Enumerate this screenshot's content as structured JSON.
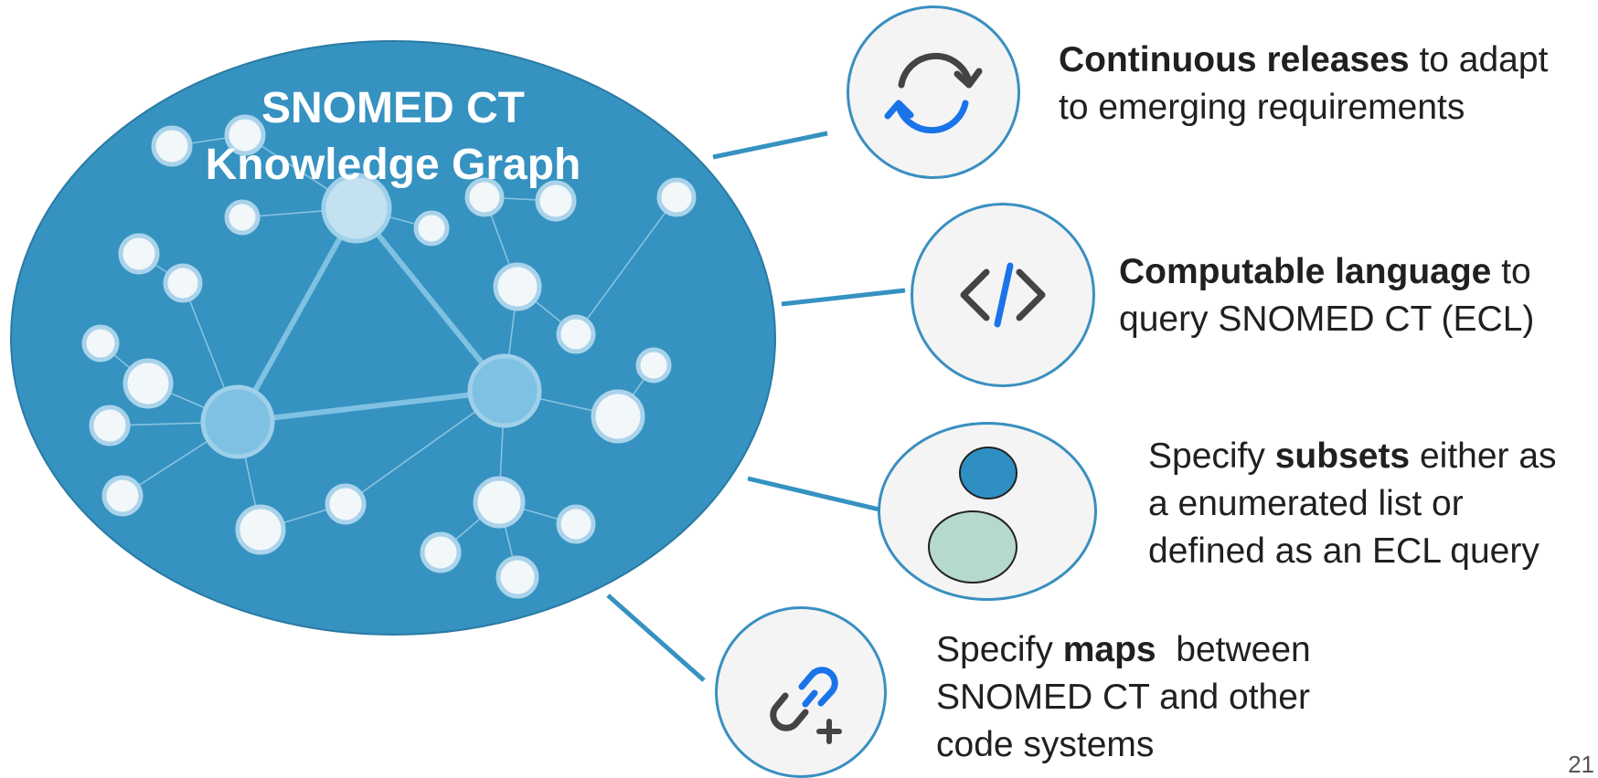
{
  "graph": {
    "title_line1": "SNOMED CT",
    "title_line2": "Knowledge Graph"
  },
  "features": [
    {
      "id": "releases",
      "icon": "refresh-icon",
      "bold": "Continuous releases",
      "rest": " to adapt",
      "line2": "to emerging requirements",
      "line3": ""
    },
    {
      "id": "ecl",
      "icon": "code-icon",
      "bold": "Computable language",
      "rest": " to",
      "line2": "query SNOMED CT (ECL)",
      "line3": ""
    },
    {
      "id": "subsets",
      "icon": "subset-icon",
      "pre": "Specify ",
      "bold": "subsets",
      "rest": " either as",
      "line2": "a enumerated list or",
      "line3": "defined as an ECL query"
    },
    {
      "id": "maps",
      "icon": "link-add-icon",
      "pre": "Specify ",
      "bold": "maps",
      "rest": "  between",
      "line2": "SNOMED CT and other",
      "line3": "code systems"
    }
  ],
  "page_number": "21",
  "colors": {
    "graph_fill": "#3592c1",
    "node_small": "#f2f7fa",
    "node_large": "#7fc1e2",
    "connector": "#3592c1",
    "icon_accent": "#1a73e8",
    "icon_dark": "#444444",
    "subset_blue": "#2f8fc3",
    "subset_green": "#b5d9cd"
  }
}
